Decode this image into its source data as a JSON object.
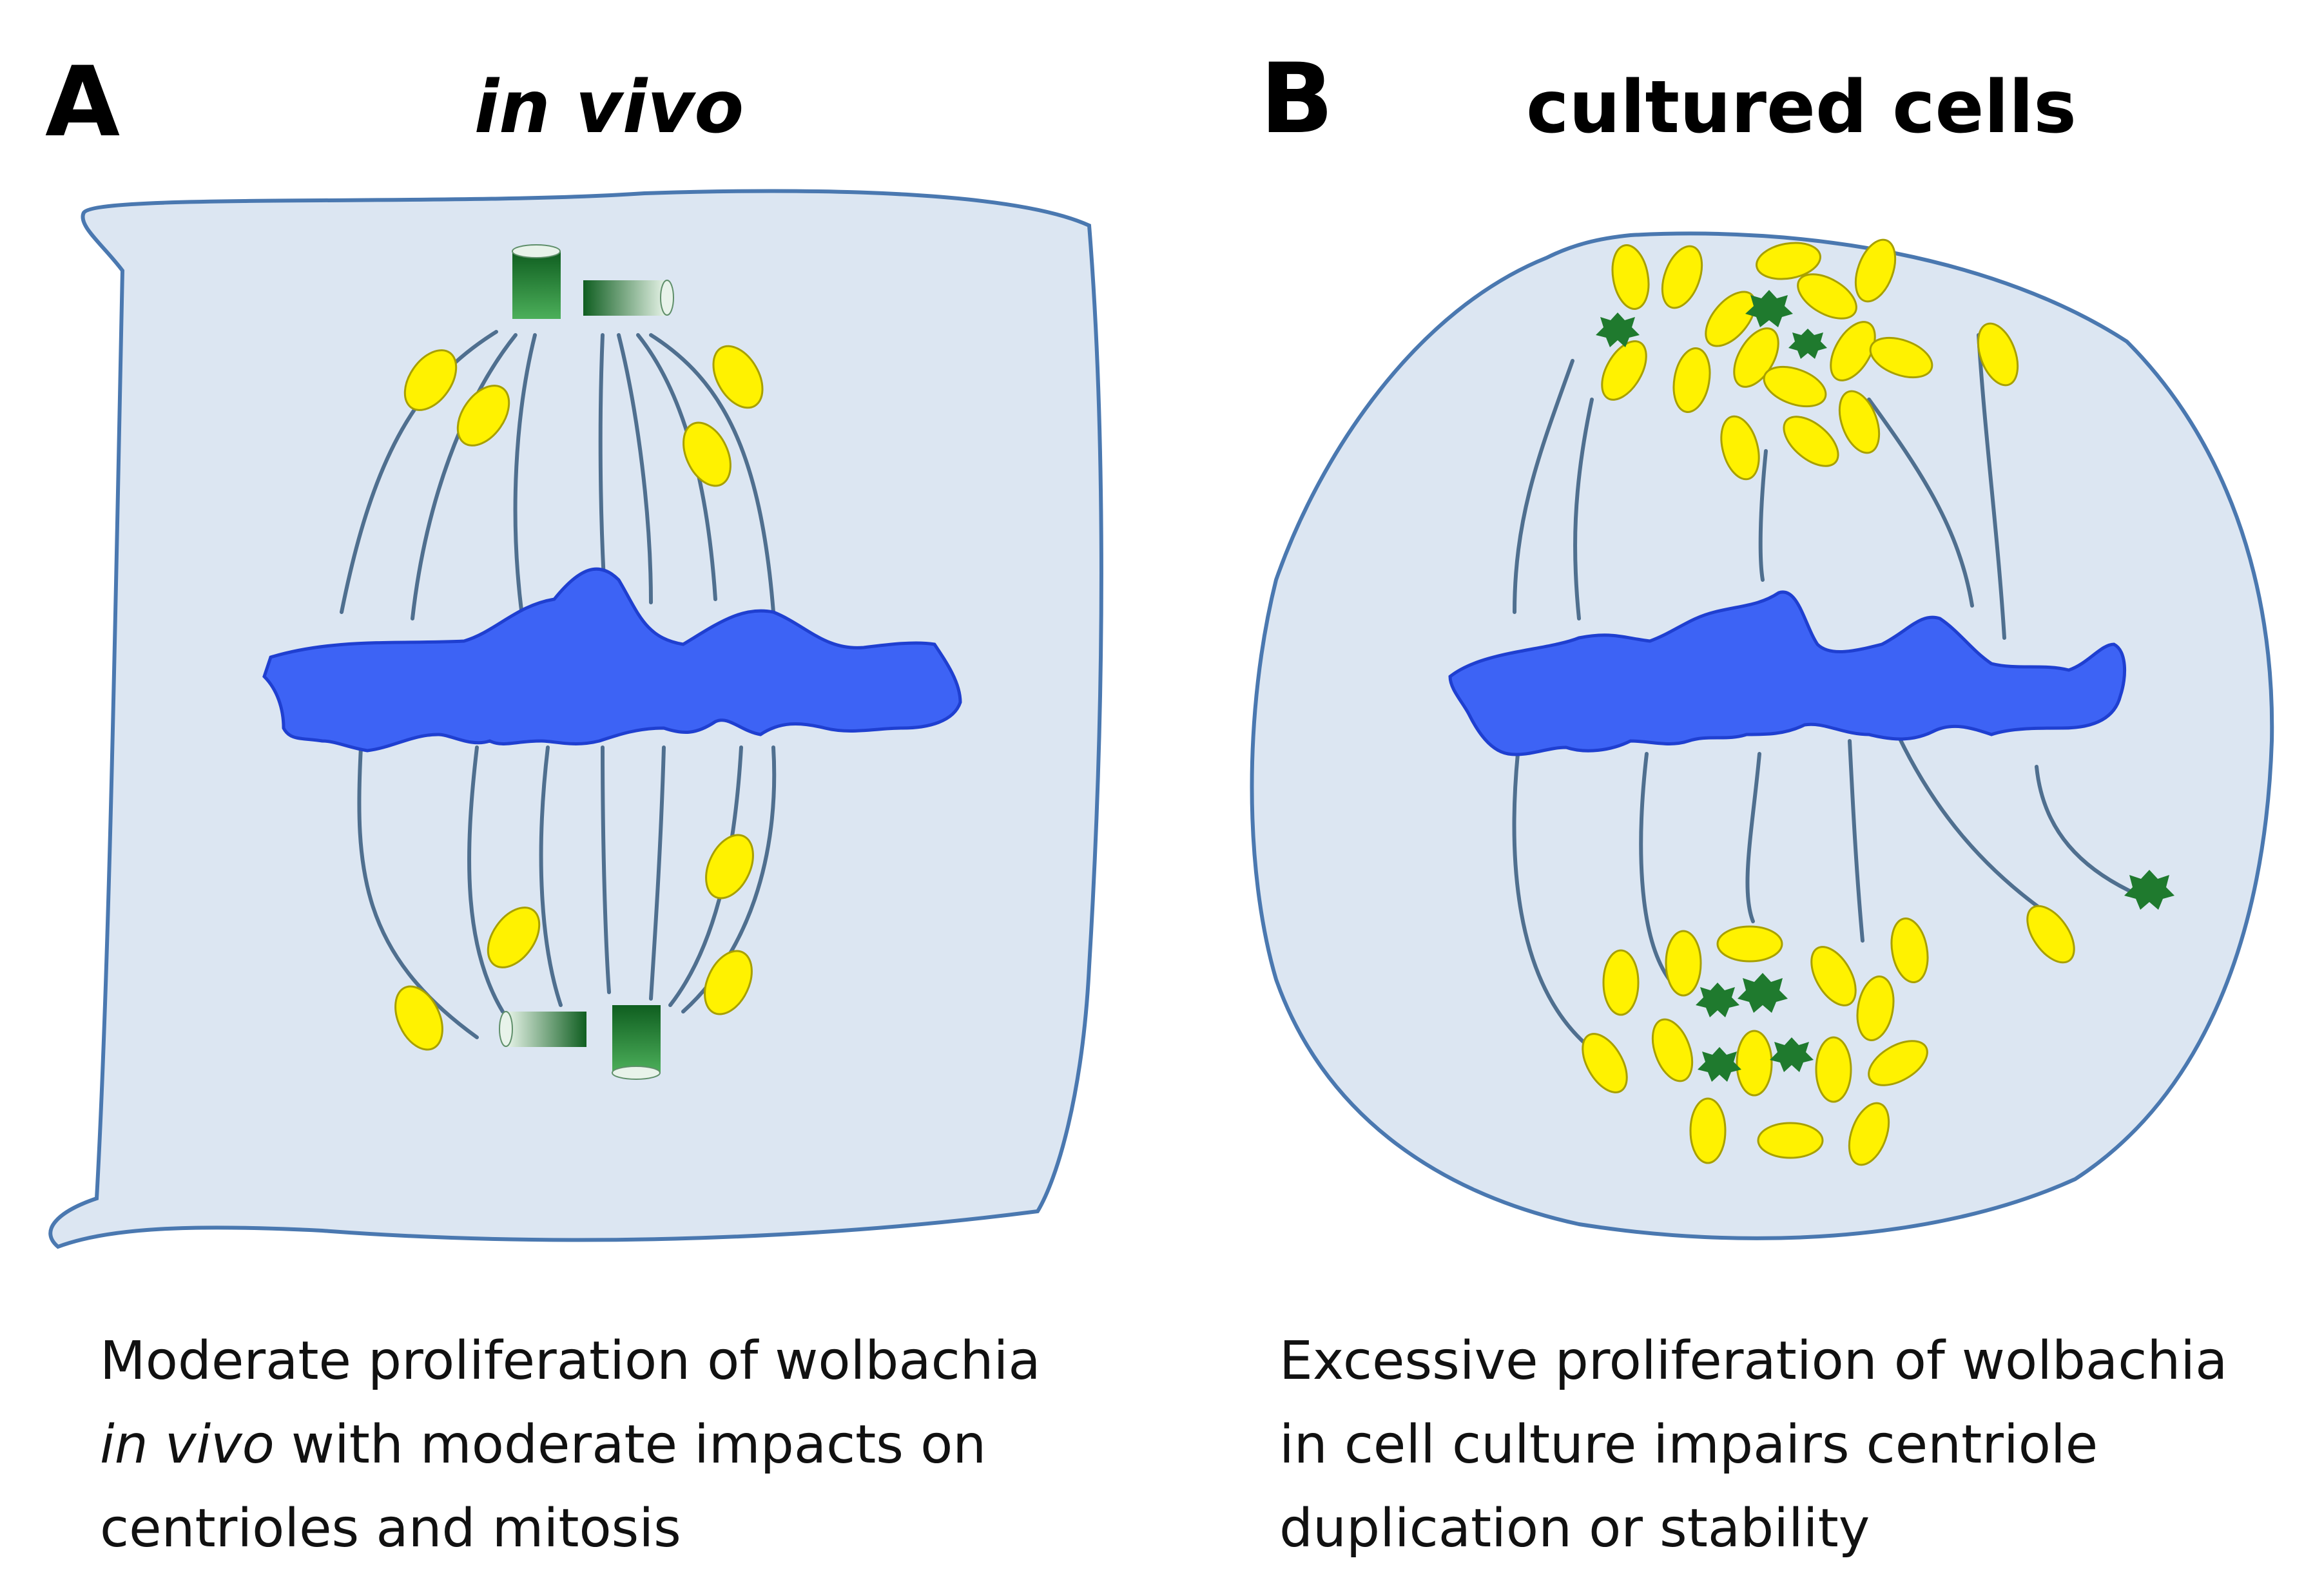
{
  "panels": [
    {
      "letter": "A",
      "title": "in vivo",
      "caption": {
        "line1": "Moderate proliferation of wolbachia",
        "line2_italic": "in vivo",
        "line2_rest": " with moderate impacts on",
        "line3": "centrioles and mitosis"
      }
    },
    {
      "letter": "B",
      "title": "cultured cells",
      "caption": {
        "line1": "Excessive proliferation of wolbachia",
        "line2": "in cell culture impairs centriole",
        "line3": "duplication or stability"
      }
    }
  ],
  "colors": {
    "cytoplasm": "#dce6f2",
    "chromosomes": "#3d63f5",
    "wolbachia": "#fff200",
    "centriole": "#1a6b2a",
    "microtubules": "#4f6f8f"
  }
}
